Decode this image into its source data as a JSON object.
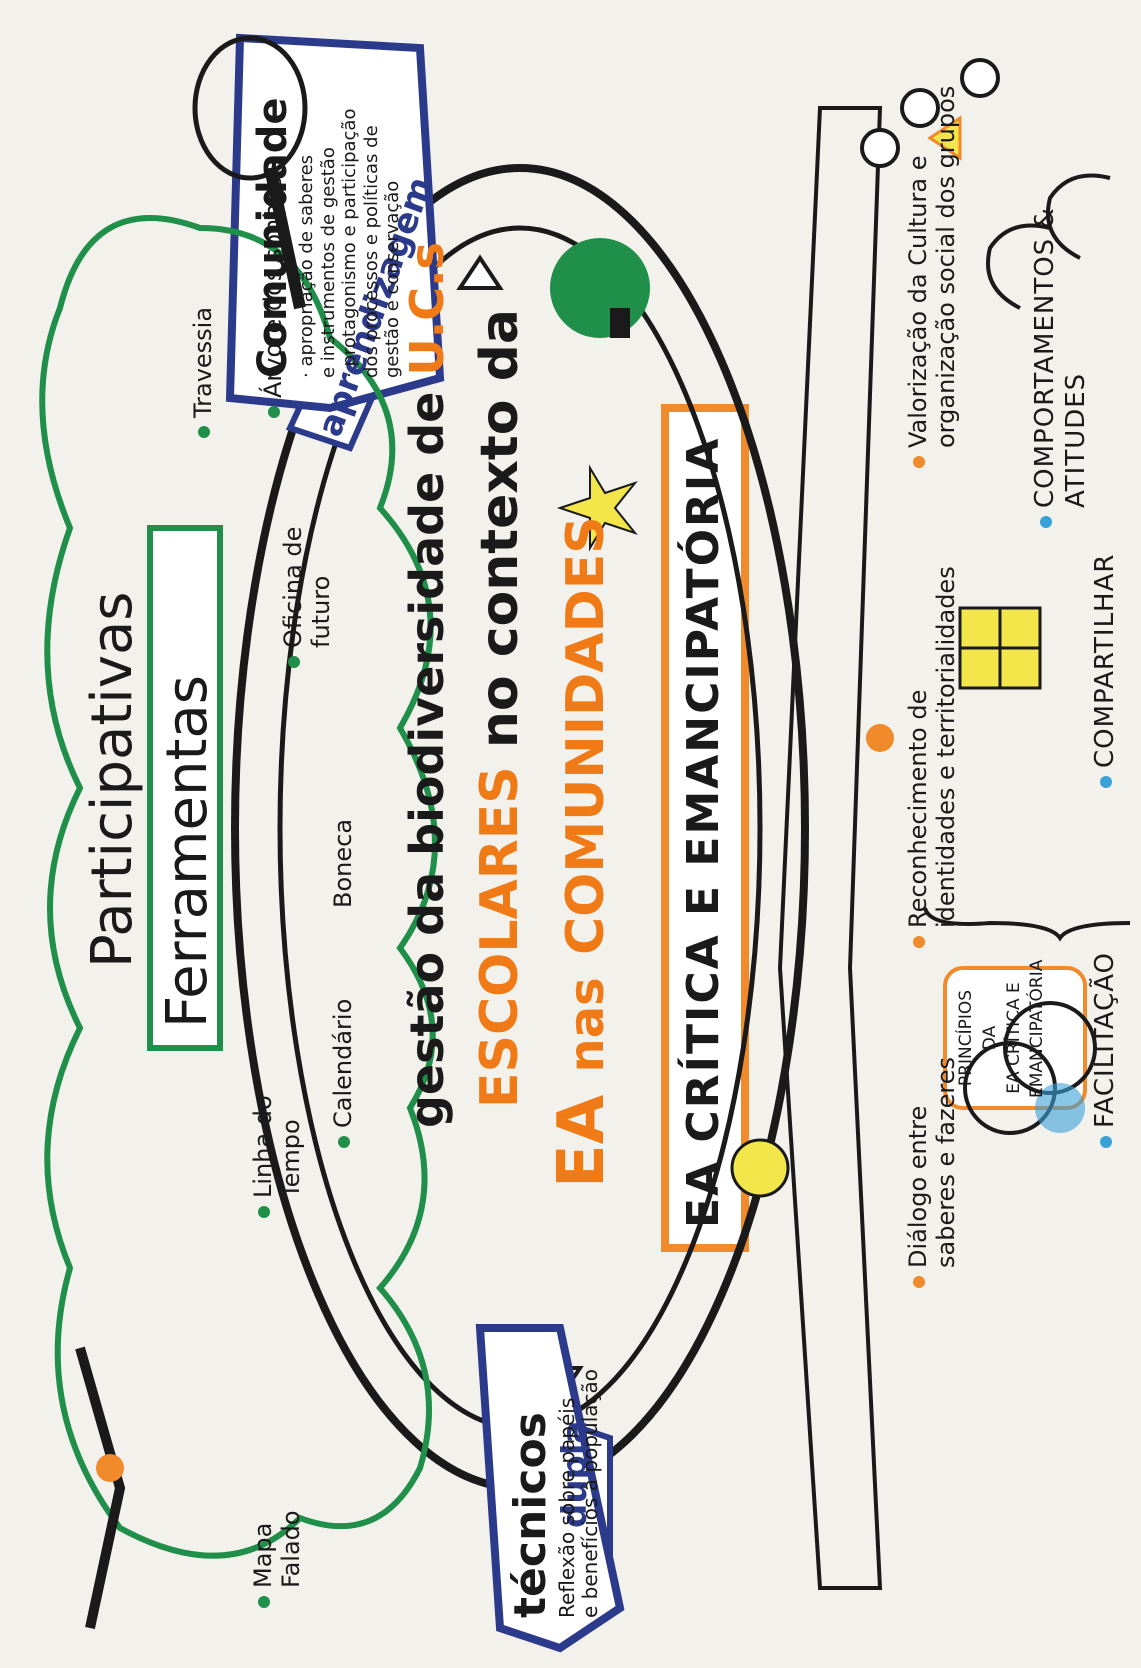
{
  "header": {
    "facilitacao": "FACILITAÇÃO",
    "compartilhar": "COMPARTILHAR",
    "comportamentos": "COMPORTAMENTOS &",
    "atitudes": "ATITUDES"
  },
  "principles": {
    "box": [
      "PRINCÍPIOS DA",
      "EA CRÍTICA E",
      "EMANCIPATÓRIA"
    ],
    "items": [
      [
        "Diálogo entre",
        "saberes e fazeres"
      ],
      [
        "Reconhecimento de",
        "identidades e territorialidades"
      ],
      [
        "Valorização da Cultura e",
        "organização social dos grupos"
      ]
    ]
  },
  "banner": "EA CRÍTICA E EMANCIPATÓRIA",
  "center": {
    "line1_a": "EA",
    "line1_b": "nas",
    "line1_c": "COMUNIDADES",
    "line2_a": "ESCOLARES",
    "line2_b": "no contexto da",
    "line3_a": "gestão da biodiversidade de",
    "line3_b": "U.C.s"
  },
  "arrows": {
    "dupla": "dupla",
    "aprendizagem": "aprendizagem"
  },
  "tecnicos": {
    "title": "técnicos",
    "lines": [
      "Reflexão sobre papéis",
      "e benefícios à população"
    ]
  },
  "comunidade": {
    "title": "Comunidade",
    "lines": [
      "· apropriação de saberes",
      "e instrumentos de gestão",
      "· protagonismo e participação",
      "dos processos e políticas de",
      "gestão e conservação"
    ]
  },
  "tools": {
    "title1": "Ferramentas",
    "title2": "Participativas",
    "items": [
      [
        "Mapa",
        "Falado"
      ],
      [
        "Calendário"
      ],
      [
        "Linha do",
        "Tempo"
      ],
      [
        "Boneca"
      ],
      [
        "Oficina de",
        "futuro"
      ],
      [
        "Árvore dos sonhos"
      ],
      [
        "Travessia"
      ]
    ]
  },
  "colors": {
    "orange": "#f07a16",
    "blue": "#2c3a8c",
    "green": "#1f8f4a",
    "lightblue": "#3aa0d8",
    "yellow": "#f2e64a"
  }
}
